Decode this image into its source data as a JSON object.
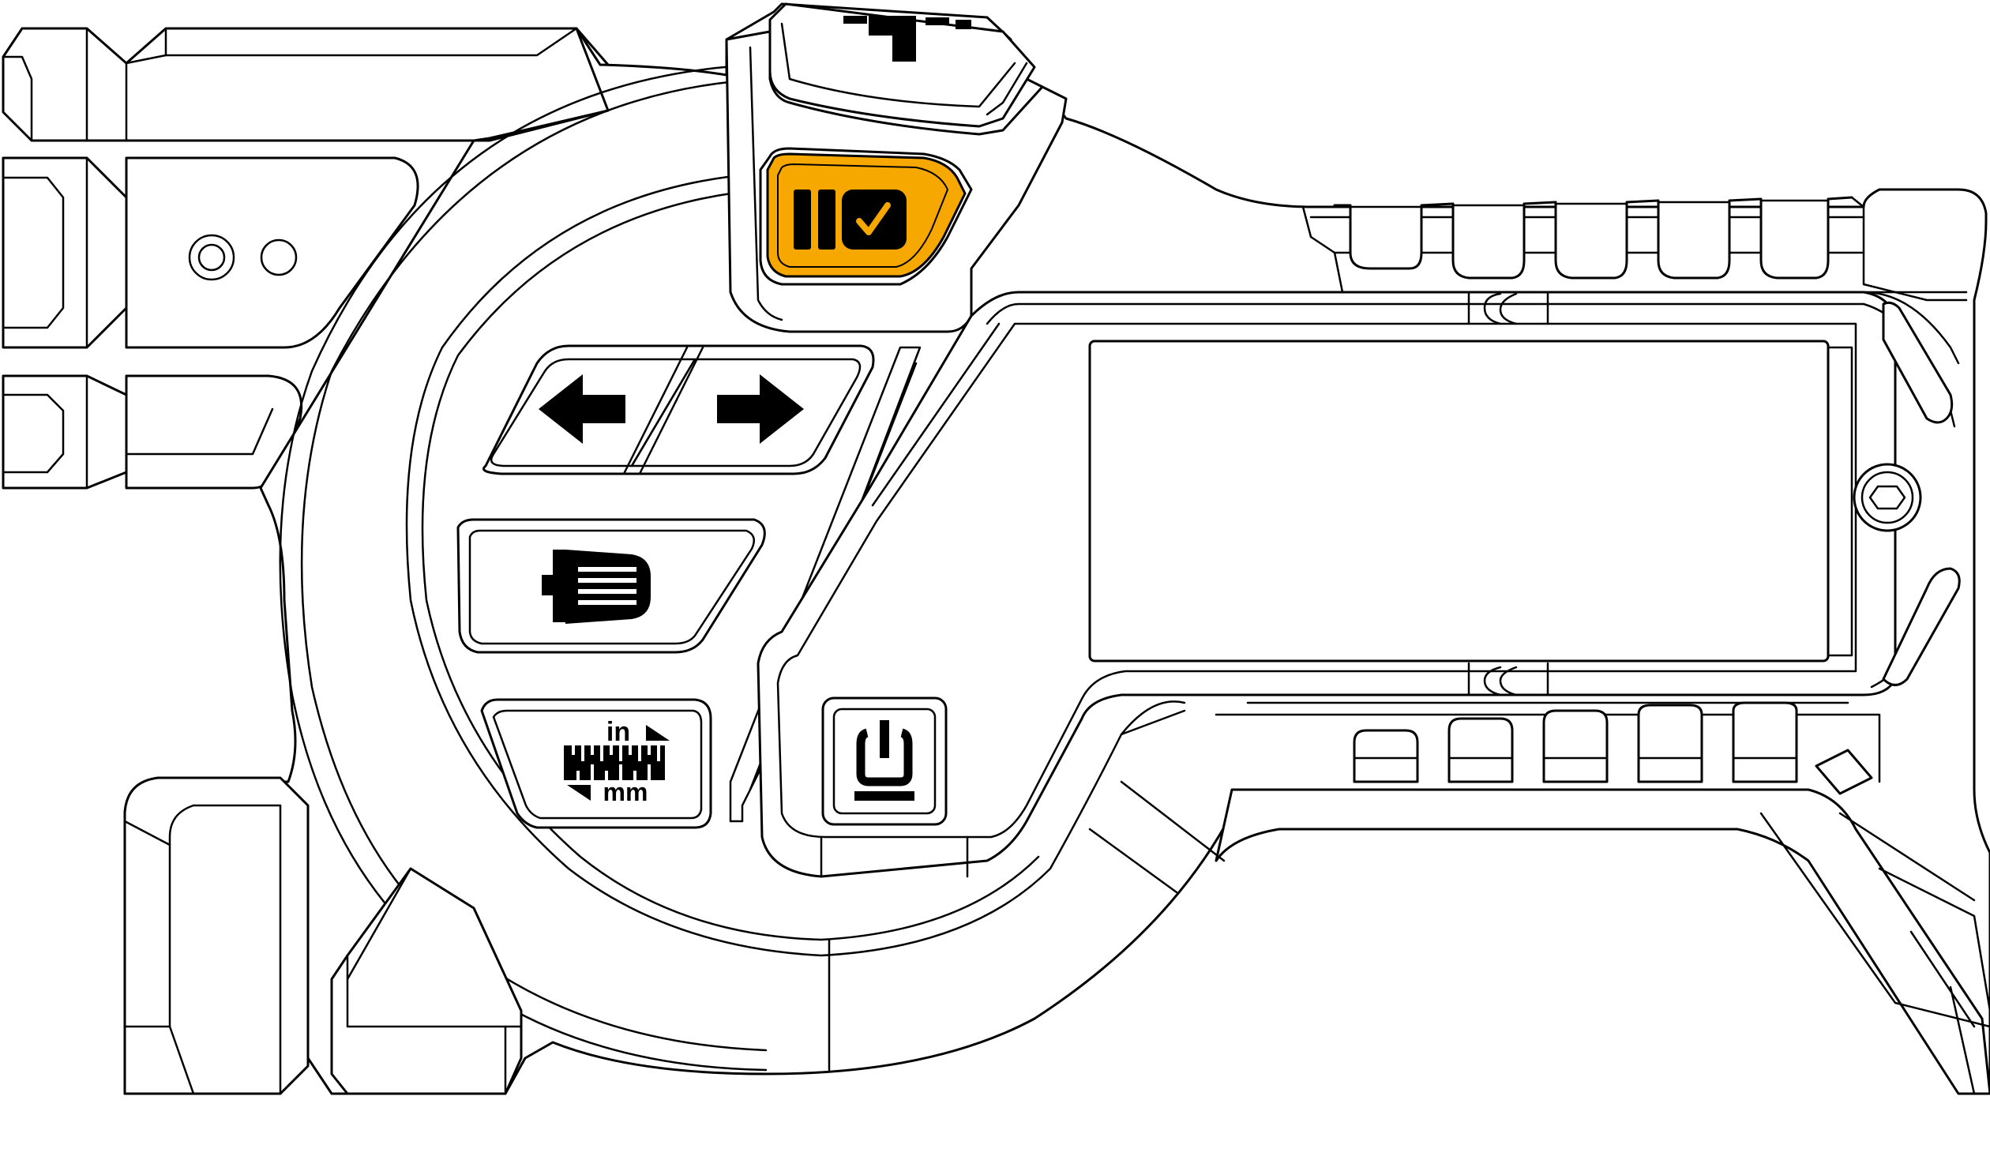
{
  "device": {
    "accent_color": "#F6A800",
    "outline_color": "#000000",
    "background_color": "#FFFFFF"
  },
  "buttons": {
    "select": {
      "icon": "select-check-icon",
      "highlighted": true
    },
    "left_arrow": {
      "icon": "arrow-left-icon"
    },
    "right_arrow": {
      "icon": "arrow-right-icon"
    },
    "menu": {
      "icon": "laser-list-icon"
    },
    "units": {
      "icon": "ruler-units-icon",
      "label_top": "in",
      "label_bottom": "mm"
    },
    "power": {
      "icon": "power-icon"
    }
  },
  "display": {
    "icon": "lcd-screen"
  },
  "top_knob": {
    "icon": "plus-knob-icon"
  },
  "screw": {
    "icon": "hex-screw-icon"
  }
}
